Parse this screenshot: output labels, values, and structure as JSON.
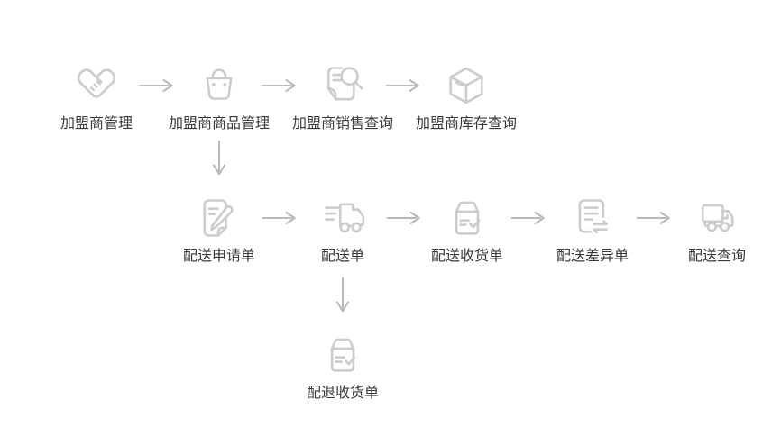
{
  "colors": {
    "icon_stroke": "#cccccc",
    "arrow_stroke": "#b9b9b9",
    "label_text": "#383838",
    "background": "#ffffff"
  },
  "flow": {
    "rows": [
      {
        "nodes": [
          {
            "label": "加盟商管理",
            "icon": "handshake-icon"
          },
          {
            "label": "加盟商商品管理",
            "icon": "shopping-bag-icon"
          },
          {
            "label": "加盟商销售查询",
            "icon": "document-search-icon"
          },
          {
            "label": "加盟商库存查询",
            "icon": "cube-icon"
          }
        ]
      },
      {
        "nodes": [
          {
            "label": "配送申请单",
            "icon": "edit-note-icon"
          },
          {
            "label": "配送单",
            "icon": "truck-fast-icon"
          },
          {
            "label": "配送收货单",
            "icon": "package-check-icon"
          },
          {
            "label": "配送差异单",
            "icon": "document-swap-icon"
          },
          {
            "label": "配送查询",
            "icon": "box-truck-icon"
          }
        ]
      },
      {
        "nodes": [
          {
            "label": "配退收货单",
            "icon": "package-check-icon"
          }
        ]
      }
    ],
    "connections": [
      {
        "from": "加盟商管理",
        "to": "加盟商商品管理",
        "direction": "right"
      },
      {
        "from": "加盟商商品管理",
        "to": "加盟商销售查询",
        "direction": "right"
      },
      {
        "from": "加盟商销售查询",
        "to": "加盟商库存查询",
        "direction": "right"
      },
      {
        "from": "加盟商商品管理",
        "to": "配送申请单",
        "direction": "down"
      },
      {
        "from": "配送申请单",
        "to": "配送单",
        "direction": "right"
      },
      {
        "from": "配送单",
        "to": "配送收货单",
        "direction": "right"
      },
      {
        "from": "配送收货单",
        "to": "配送差异单",
        "direction": "right"
      },
      {
        "from": "配送差异单",
        "to": "配送查询",
        "direction": "right"
      },
      {
        "from": "配送单",
        "to": "配退收货单",
        "direction": "down"
      }
    ]
  }
}
